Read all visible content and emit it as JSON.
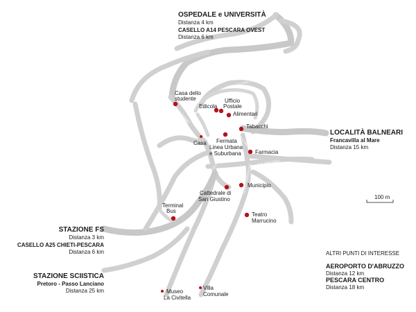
{
  "map": {
    "scale_label": "100 m",
    "accent_color": "#b5121b",
    "road_color": "#d0d0d0"
  },
  "streets": [
    {
      "label": "VIA SILVINO OLIVIERI"
    },
    {
      "label": "CORSO MARRUCINO"
    },
    {
      "label": "VIA SPAVENTA"
    },
    {
      "label": "VIA SILVINO OLIVIERI"
    },
    {
      "label": "CORSO MARRUCINO"
    },
    {
      "label": "SALITA"
    },
    {
      "label": "VIALE GIOVANNI"
    }
  ],
  "pois": [
    {
      "lines": [
        "Casa dello",
        "studente"
      ]
    },
    {
      "lines": [
        "Edicola"
      ]
    },
    {
      "lines": [
        "Ufficio",
        "Postale"
      ]
    },
    {
      "lines": [
        "Alimentari"
      ]
    },
    {
      "lines": [
        "Tabacchi"
      ]
    },
    {
      "lines": [
        "Casa"
      ]
    },
    {
      "lines": [
        "Fermata",
        "Linea Urbana",
        "e Suburbana"
      ]
    },
    {
      "lines": [
        "Farmacia"
      ]
    },
    {
      "lines": [
        "Municipio"
      ]
    },
    {
      "lines": [
        "Cattedrale di",
        "San Giustino"
      ]
    },
    {
      "lines": [
        "Terminal",
        "Bus"
      ]
    },
    {
      "lines": [
        "Teatro",
        "Marrucino"
      ]
    },
    {
      "lines": [
        "Museo",
        "La Civitella"
      ]
    },
    {
      "lines": [
        "Villa",
        "Comunale"
      ]
    }
  ],
  "destinations": {
    "north": {
      "title": "OSPEDALE e UNIVERSITÀ",
      "distance": "Distanza 4 km",
      "title2": "CASELLO A14 PESCARA OVEST",
      "distance2": "Distanza 6 km"
    },
    "east": {
      "title": "LOCALITÀ BALNEARI",
      "place": "Francavilla al Mare",
      "distance": "Distanza 15 km"
    },
    "west1": {
      "title": "STAZIONE FS",
      "distance": "Distanza 3 km",
      "title2": "CASELLO A25 CHIETI-PESCARA",
      "distance2": "Distanza 6 km"
    },
    "west2": {
      "title": "STAZIONE SCIISTICA",
      "place": "Pretoro - Passo Lanciano",
      "distance": "Distanza 25 km"
    }
  },
  "other_points": {
    "heading": "ALTRI PUNTI DI INTERESSE",
    "items": [
      {
        "title": "AEROPORTO D'ABRUZZO",
        "distance": "Distanza 12 km"
      },
      {
        "title": "PESCARA CENTRO",
        "distance": "Distanza 18 km"
      }
    ]
  }
}
